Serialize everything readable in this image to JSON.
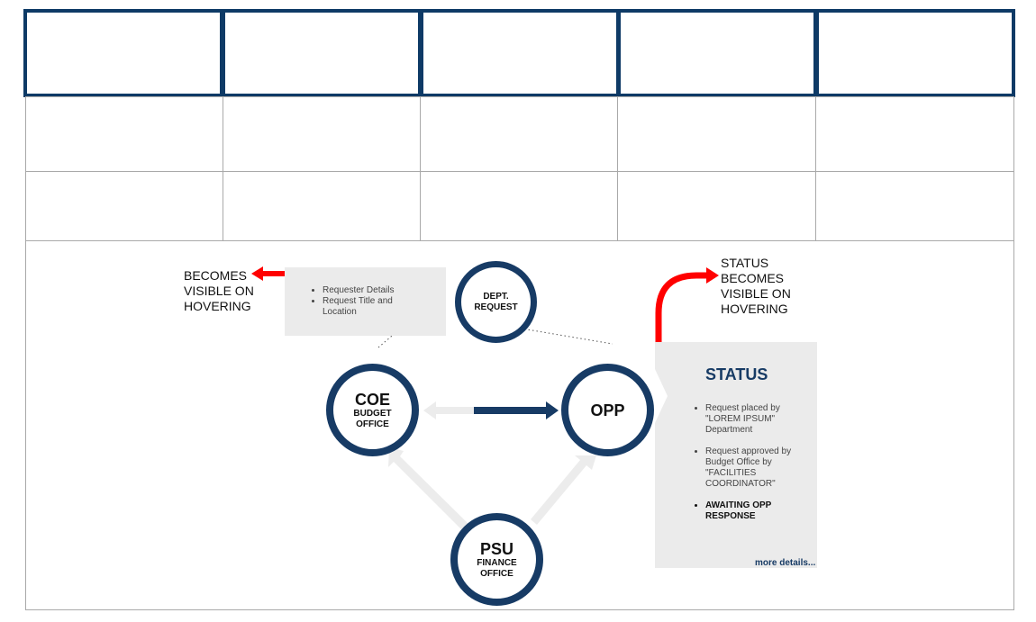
{
  "request_box": {
    "items": [
      "Requester Details",
      "Request Title and Location"
    ]
  },
  "notes": {
    "left": [
      "BECOMES",
      "VISIBLE ON",
      "HOVERING"
    ],
    "right": [
      "STATUS",
      "BECOMES",
      "VISIBLE ON",
      "HOVERING"
    ]
  },
  "nodes": {
    "dept": {
      "line1": "DEPT.",
      "line2": "REQUEST"
    },
    "coe": {
      "title": "COE",
      "line1": "BUDGET",
      "line2": "OFFICE"
    },
    "opp": {
      "title": "OPP"
    },
    "psu": {
      "title": "PSU",
      "line1": "FINANCE",
      "line2": "OFFICE"
    }
  },
  "status_panel": {
    "title": "STATUS",
    "items": [
      "Request placed by \"LOREM IPSUM\" Department",
      "Request approved by Budget Office by \"FACILITIES COORDINATOR\"",
      "AWAITING OPP RESPONSE"
    ],
    "more_link": "more details..."
  },
  "colors": {
    "navy": "#173b65",
    "header_border": "#0e3a66",
    "red_arrow": "#ff0000",
    "light_arrow": "#ececec",
    "panel_bg": "#ebebeb"
  }
}
